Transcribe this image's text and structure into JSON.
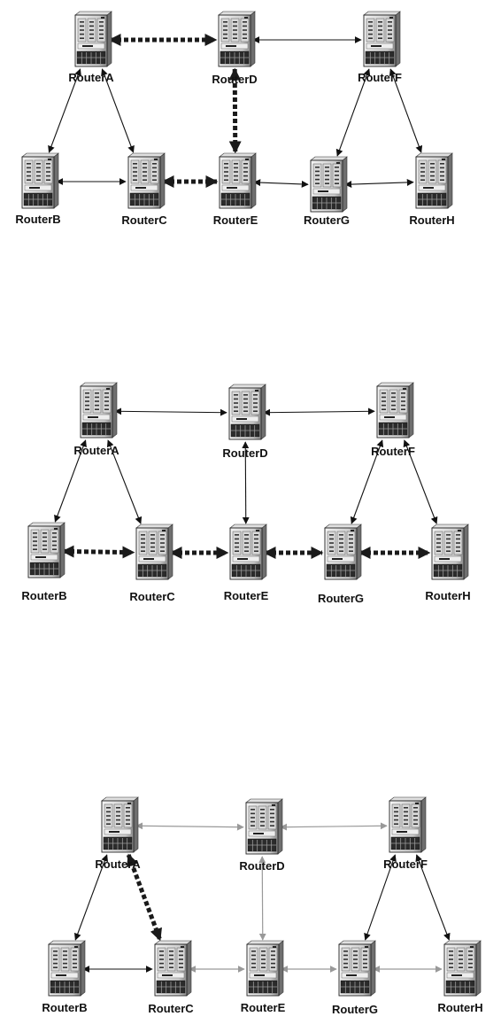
{
  "diagrams": [
    {
      "background": "#ffffff",
      "nodes": [
        {
          "id": "A",
          "label": "RouterA"
        },
        {
          "id": "B",
          "label": "RouterB"
        },
        {
          "id": "C",
          "label": "RouterC"
        },
        {
          "id": "D",
          "label": "RouterD"
        },
        {
          "id": "E",
          "label": "RouterE"
        },
        {
          "id": "F",
          "label": "RouterF"
        },
        {
          "id": "G",
          "label": "RouterG"
        },
        {
          "id": "H",
          "label": "RouterH"
        }
      ],
      "links": [
        {
          "from": "A",
          "to": "D",
          "style": "path"
        },
        {
          "from": "D",
          "to": "F",
          "style": "normal"
        },
        {
          "from": "A",
          "to": "B",
          "style": "normal"
        },
        {
          "from": "A",
          "to": "C",
          "style": "normal"
        },
        {
          "from": "D",
          "to": "E",
          "style": "path"
        },
        {
          "from": "F",
          "to": "G",
          "style": "normal"
        },
        {
          "from": "F",
          "to": "H",
          "style": "normal"
        },
        {
          "from": "B",
          "to": "C",
          "style": "normal"
        },
        {
          "from": "E",
          "to": "C",
          "style": "path"
        },
        {
          "from": "E",
          "to": "G",
          "style": "normal"
        },
        {
          "from": "G",
          "to": "H",
          "style": "normal"
        }
      ]
    },
    {
      "background": "#ffffff",
      "nodes": [
        {
          "id": "A",
          "label": "RouterA"
        },
        {
          "id": "B",
          "label": "RouterB"
        },
        {
          "id": "C",
          "label": "RouterC"
        },
        {
          "id": "D",
          "label": "RouterD"
        },
        {
          "id": "E",
          "label": "RouterE"
        },
        {
          "id": "F",
          "label": "RouterF"
        },
        {
          "id": "G",
          "label": "RouterG"
        },
        {
          "id": "H",
          "label": "RouterH"
        }
      ],
      "links": [
        {
          "from": "A",
          "to": "D",
          "style": "normal"
        },
        {
          "from": "D",
          "to": "F",
          "style": "normal"
        },
        {
          "from": "A",
          "to": "B",
          "style": "normal"
        },
        {
          "from": "A",
          "to": "C",
          "style": "normal"
        },
        {
          "from": "D",
          "to": "E",
          "style": "normal"
        },
        {
          "from": "F",
          "to": "G",
          "style": "normal"
        },
        {
          "from": "F",
          "to": "H",
          "style": "normal"
        },
        {
          "from": "B",
          "to": "C",
          "style": "path"
        },
        {
          "from": "C",
          "to": "E",
          "style": "path"
        },
        {
          "from": "E",
          "to": "G",
          "style": "path"
        },
        {
          "from": "G",
          "to": "H",
          "style": "path"
        }
      ]
    },
    {
      "background": "#ffffff",
      "nodes": [
        {
          "id": "A",
          "label": "RouterA"
        },
        {
          "id": "B",
          "label": "RouterB"
        },
        {
          "id": "C",
          "label": "RouterC"
        },
        {
          "id": "D",
          "label": "RouterD"
        },
        {
          "id": "E",
          "label": "RouterE"
        },
        {
          "id": "F",
          "label": "RouterF"
        },
        {
          "id": "G",
          "label": "RouterG"
        },
        {
          "id": "H",
          "label": "RouterH"
        }
      ],
      "links": [
        {
          "from": "A",
          "to": "D",
          "style": "gray"
        },
        {
          "from": "D",
          "to": "F",
          "style": "gray"
        },
        {
          "from": "A",
          "to": "B",
          "style": "normal"
        },
        {
          "from": "A",
          "to": "C",
          "style": "path"
        },
        {
          "from": "D",
          "to": "E",
          "style": "gray"
        },
        {
          "from": "F",
          "to": "G",
          "style": "normal"
        },
        {
          "from": "F",
          "to": "H",
          "style": "normal"
        },
        {
          "from": "B",
          "to": "C",
          "style": "normal"
        },
        {
          "from": "C",
          "to": "E",
          "style": "gray"
        },
        {
          "from": "E",
          "to": "G",
          "style": "gray"
        },
        {
          "from": "G",
          "to": "H",
          "style": "gray"
        }
      ]
    }
  ],
  "colors": {
    "normal_link": "#111111",
    "gray_link": "#999999",
    "path_link": "#1a1a1a"
  }
}
